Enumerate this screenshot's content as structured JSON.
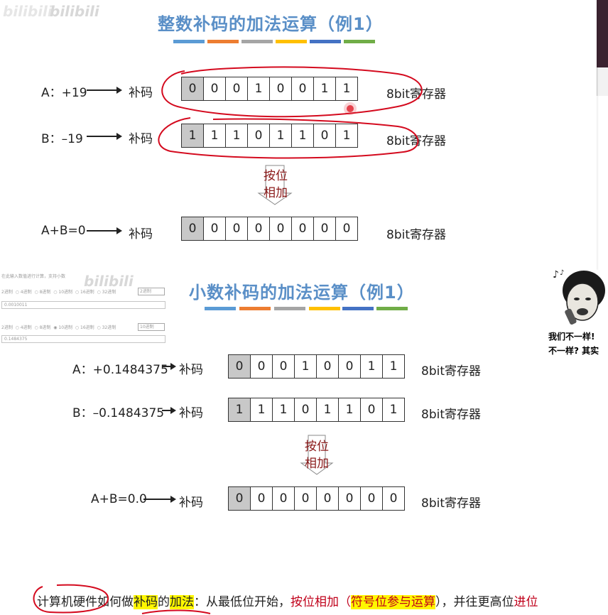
{
  "watermark": "bilibili",
  "slide1": {
    "title": "整数补码的加法运算（例1）",
    "rows": [
      {
        "label": "A：+19",
        "code": "补码",
        "bits": [
          "0",
          "0",
          "0",
          "1",
          "0",
          "0",
          "1",
          "1"
        ],
        "reg": "8bit寄存器"
      },
      {
        "label": "B：–19",
        "code": "补码",
        "bits": [
          "1",
          "1",
          "1",
          "0",
          "1",
          "1",
          "0",
          "1"
        ],
        "reg": "8bit寄存器"
      },
      {
        "label": "A+B=0",
        "code": "补码",
        "bits": [
          "0",
          "0",
          "0",
          "0",
          "0",
          "0",
          "0",
          "0"
        ],
        "reg": "8bit寄存器"
      }
    ],
    "op_line1": "按位",
    "op_line2": "相加"
  },
  "slide2": {
    "title": "小数补码的加法运算（例1）",
    "rows": [
      {
        "label": "A：+0.1484375",
        "code": "补码",
        "bits": [
          "0",
          "0",
          "0",
          "1",
          "0",
          "0",
          "1",
          "1"
        ],
        "reg": "8bit寄存器"
      },
      {
        "label": "B：–0.1484375",
        "code": "补码",
        "bits": [
          "1",
          "1",
          "1",
          "0",
          "1",
          "1",
          "0",
          "1"
        ],
        "reg": "8bit寄存器"
      },
      {
        "label": "A+B=0.0",
        "code": "补码",
        "bits": [
          "0",
          "0",
          "0",
          "0",
          "0",
          "0",
          "0",
          "0"
        ],
        "reg": "8bit寄存器"
      }
    ],
    "op_line1": "按位",
    "op_line2": "相加"
  },
  "colorbar_colors": [
    "#5b9bd5",
    "#ed7d31",
    "#a5a5a5",
    "#ffc000",
    "#4472c4",
    "#70ad47"
  ],
  "calculator": {
    "header": "在此输入数值进行计算，支持小数",
    "radios1": [
      "2进制",
      "4进制",
      "8进制",
      "10进制",
      "16进制",
      "32进制"
    ],
    "select1": "2进制",
    "input1": "0.0010011",
    "radios2": [
      "2进制",
      "4进制",
      "8进制",
      "10进制",
      "16进制",
      "32进制"
    ],
    "select2": "10进制",
    "input2": "0.1484375"
  },
  "meme": {
    "line1": "我们不一样!",
    "line2": "不一样? 其实"
  },
  "bottom": {
    "p1": "计算机硬件如何做",
    "p2": "补码",
    "p3": "的",
    "p4": "加法",
    "p5": "：从最低位开始，",
    "p6": "按位相加（",
    "p7": "符号位参与运算",
    "p8": "），并往更高位",
    "p9": "进位"
  }
}
